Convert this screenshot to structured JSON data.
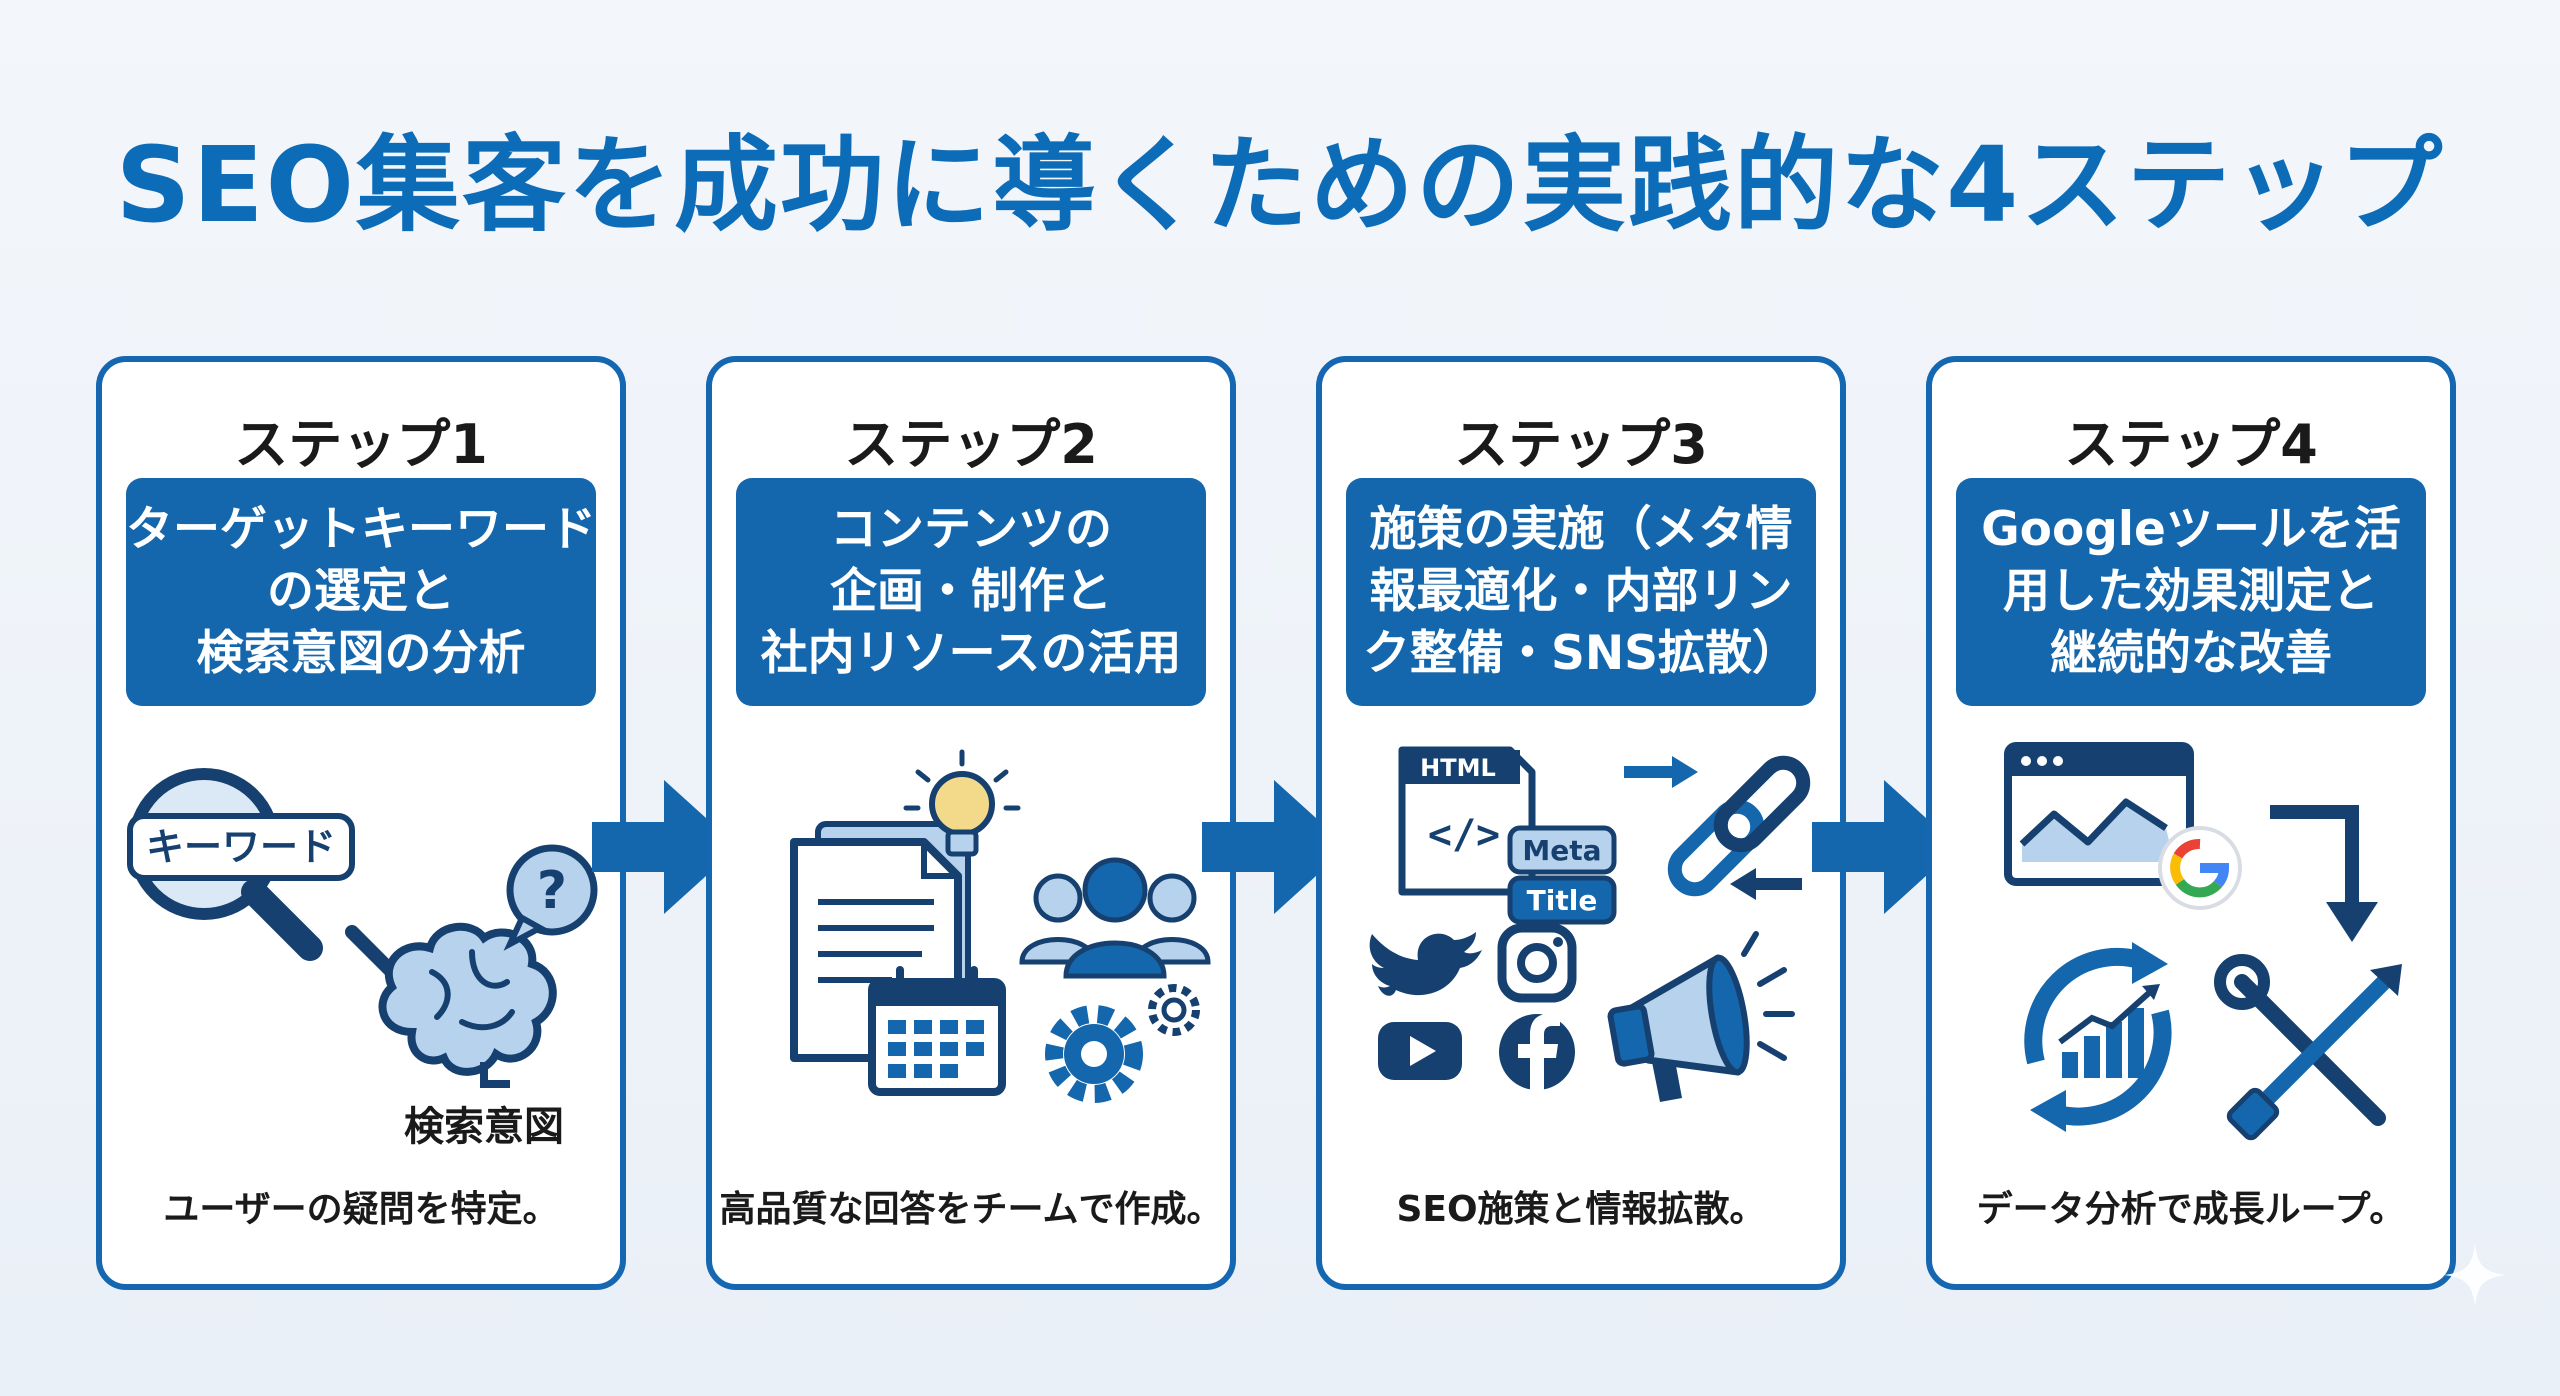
{
  "title": "SEO集客を成功に導くための実践的な4ステップ",
  "colors": {
    "primary": "#1466ad",
    "title": "#0d6cb8",
    "icon_fill": "#b7d2ec",
    "icon_dark": "#16406f"
  },
  "steps": [
    {
      "label": "ステップ1",
      "lines": [
        "ターゲットキーワード",
        "の選定と",
        "検索意図の分析"
      ],
      "caption": "ユーザーの疑問を特定。",
      "illustration": {
        "search_tag": "キーワード",
        "brain_label": "検索意図",
        "question_mark": "?",
        "icons": [
          "magnifier-icon",
          "arrow-icon",
          "brain-icon",
          "question-bubble-icon"
        ]
      }
    },
    {
      "label": "ステップ2",
      "lines": [
        "コンテンツの",
        "企画・制作と",
        "社内リソースの活用"
      ],
      "caption": "高品質な回答をチームで作成。",
      "illustration": {
        "icons": [
          "document-icon",
          "calendar-icon",
          "lightbulb-icon",
          "team-icon",
          "gear-icon"
        ]
      }
    },
    {
      "label": "ステップ3",
      "lines": [
        "施策の実施（メタ情",
        "報最適化・内部リン",
        "ク整備・SNS拡散）"
      ],
      "caption": "SEO施策と情報拡散。",
      "illustration": {
        "html_tag": "HTML",
        "code_glyph": "</>",
        "meta_tag": "Meta",
        "title_tag": "Title",
        "icons": [
          "html-window-icon",
          "chain-link-icon",
          "twitter-icon",
          "instagram-icon",
          "youtube-icon",
          "facebook-icon",
          "megaphone-icon"
        ]
      }
    },
    {
      "label": "ステップ4",
      "lines": [
        "Googleツールを活",
        "用した効果測定と",
        "継続的な改善"
      ],
      "caption": "データ分析で成長ループ。",
      "illustration": {
        "icons": [
          "analytics-window-icon",
          "google-icon",
          "turn-arrow-icon",
          "growth-cycle-icon",
          "tools-icon"
        ]
      }
    }
  ]
}
